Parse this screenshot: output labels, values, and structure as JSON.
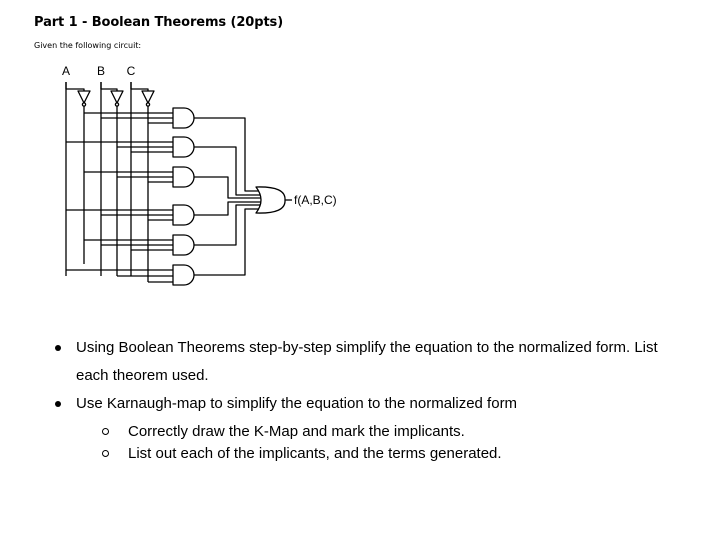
{
  "header": {
    "title": "Part 1 - Boolean Theorems (20pts)",
    "intro": "Given the following circuit:"
  },
  "circuit": {
    "inputs": [
      "A",
      "B",
      "C"
    ],
    "output_label": "f(A,B,C)",
    "gates": {
      "and_count": 6,
      "or_count": 1,
      "not_count": 3
    }
  },
  "tasks": {
    "task1_line1": "Using Boolean Theorems step-by-step simplify the equation to the normalized form. List",
    "task1_line2": "each theorem used.",
    "task2": "Use Karnaugh-map to simplify the equation to the normalized form",
    "sub1": "Correctly draw the K-Map and mark the implicants.",
    "sub2": "List out each of the implicants, and the terms generated."
  }
}
